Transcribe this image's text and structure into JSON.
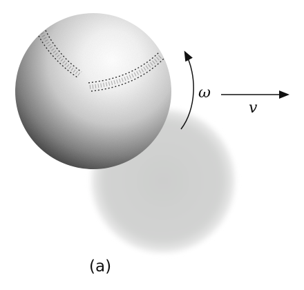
{
  "labels": {
    "omega": "ω",
    "velocity": "v",
    "caption": "(a)"
  },
  "colors": {
    "shadow": "#cfd0cf",
    "ball_light": "#ffffff",
    "ball_dark": "#3c3c3c",
    "stitch": "#2a2a2a",
    "arrow": "#111111"
  }
}
